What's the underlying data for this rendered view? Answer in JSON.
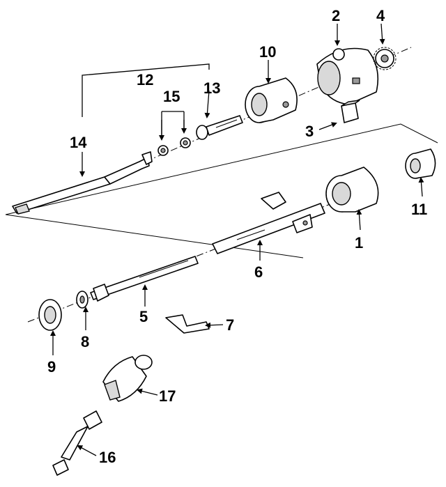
{
  "callouts": [
    {
      "id": "c1",
      "text": "1"
    },
    {
      "id": "c2",
      "text": "2"
    },
    {
      "id": "c3",
      "text": "3"
    },
    {
      "id": "c4",
      "text": "4"
    },
    {
      "id": "c5",
      "text": "5"
    },
    {
      "id": "c6",
      "text": "6"
    },
    {
      "id": "c7",
      "text": "7"
    },
    {
      "id": "c8",
      "text": "8"
    },
    {
      "id": "c9",
      "text": "9"
    },
    {
      "id": "c10",
      "text": "10"
    },
    {
      "id": "c11",
      "text": "11"
    },
    {
      "id": "c12",
      "text": "12"
    },
    {
      "id": "c13",
      "text": "13"
    },
    {
      "id": "c14",
      "text": "14"
    },
    {
      "id": "c15",
      "text": "15"
    },
    {
      "id": "c16",
      "text": "16"
    },
    {
      "id": "c17",
      "text": "17"
    }
  ],
  "colors": {
    "line": "#000000",
    "background": "#ffffff",
    "shading": "#d9d9d9"
  }
}
